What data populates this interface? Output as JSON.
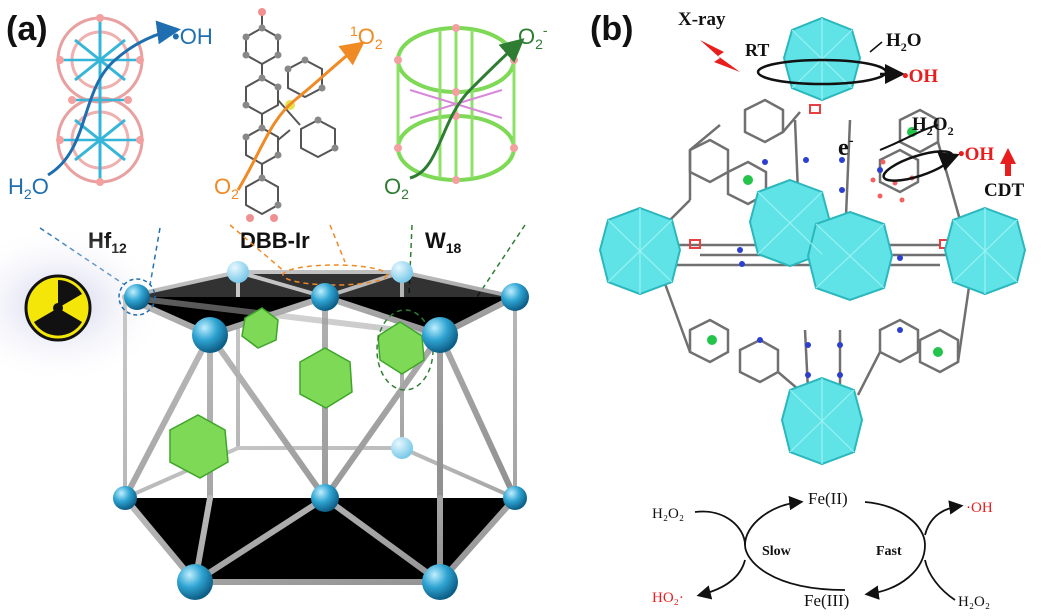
{
  "panel_a": {
    "label": "(a)",
    "hf12": {
      "name": "Hf",
      "sub": "12",
      "reactant_h": "H",
      "reactant_sub": "2",
      "reactant_tail": "O",
      "product": "•OH"
    },
    "dbbir": {
      "name": "DBB-Ir",
      "reactant_o": "O",
      "reactant_sub": "2",
      "product_sup": "1",
      "product_o": "O",
      "product_sub": "2"
    },
    "w18": {
      "name": "W",
      "sub": "18",
      "reactant_o": "O",
      "reactant_sub": "2",
      "product_o": "O",
      "product_sub": "2",
      "product_sup": "-"
    }
  },
  "panel_b": {
    "label": "(b)",
    "xray": "X-ray",
    "rt": "RT",
    "h2o_h": "H",
    "h2o_sub": "2",
    "h2o_o": "O",
    "oh_top": "•OH",
    "electron": "e",
    "electron_sup": "-",
    "h2o2": "H",
    "h2o2_sub1": "2",
    "h2o2_o": "O",
    "h2o2_sub2": "2",
    "oh_mid": "•OH",
    "cdt": "CDT",
    "cycle": {
      "fe2": "Fe(II)",
      "fe3": "Fe(III)",
      "slow": "Slow",
      "fast": "Fast",
      "h2o2_left": "H₂O₂",
      "ho2": "HO₂·",
      "oh": "·OH",
      "h2o2_right": "H₂O₂"
    }
  },
  "colors": {
    "hf": "#35a9d4",
    "cluster": "#66e8e8",
    "w18": "#7ed957",
    "orange": "#f08a24",
    "blue": "#1f6fb0",
    "green": "#2e7d32",
    "red": "#d21e1e"
  }
}
